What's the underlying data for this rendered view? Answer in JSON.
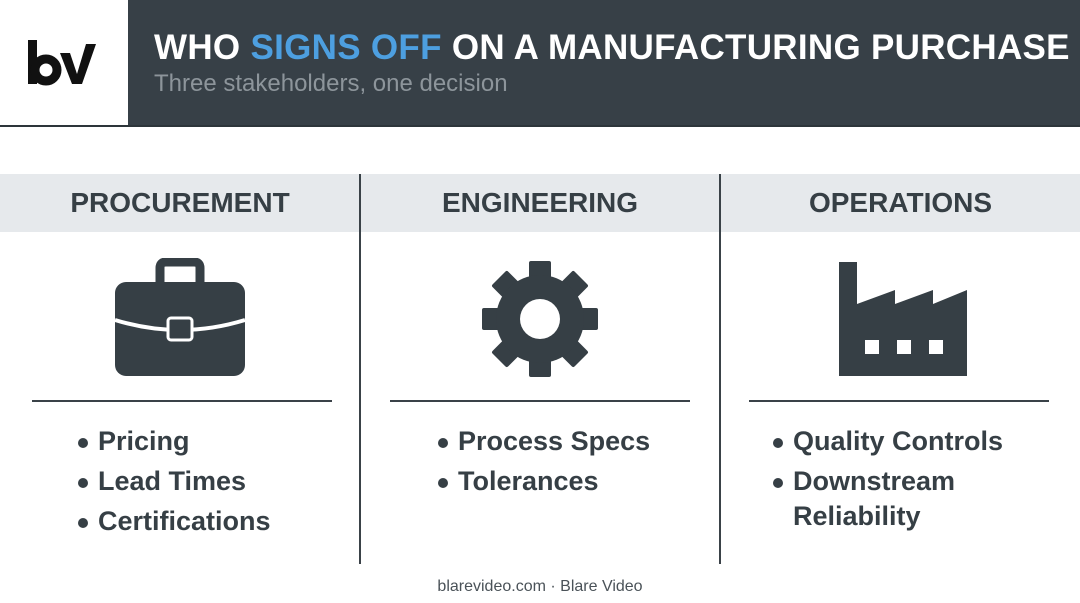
{
  "logo": {
    "text": "bv"
  },
  "header": {
    "title_before": "WHO ",
    "title_accent": "SIGNS OFF",
    "title_after": " ON A MANUFACTURING PURCHASE",
    "subtitle": "Three stakeholders, one decision",
    "accent_color": "#4d9fe0"
  },
  "columns": [
    {
      "title": "PROCUREMENT",
      "icon": "briefcase-icon",
      "bullets": [
        "Pricing",
        "Lead Times",
        "Certifications"
      ]
    },
    {
      "title": "ENGINEERING",
      "icon": "gear-icon",
      "bullets": [
        "Process Specs",
        "Tolerances"
      ]
    },
    {
      "title": "OPERATIONS",
      "icon": "factory-icon",
      "bullets": [
        "Quality Controls",
        "Downstream Reliability"
      ]
    }
  ],
  "footer": {
    "text": "blarevideo.com · Blare Video"
  }
}
